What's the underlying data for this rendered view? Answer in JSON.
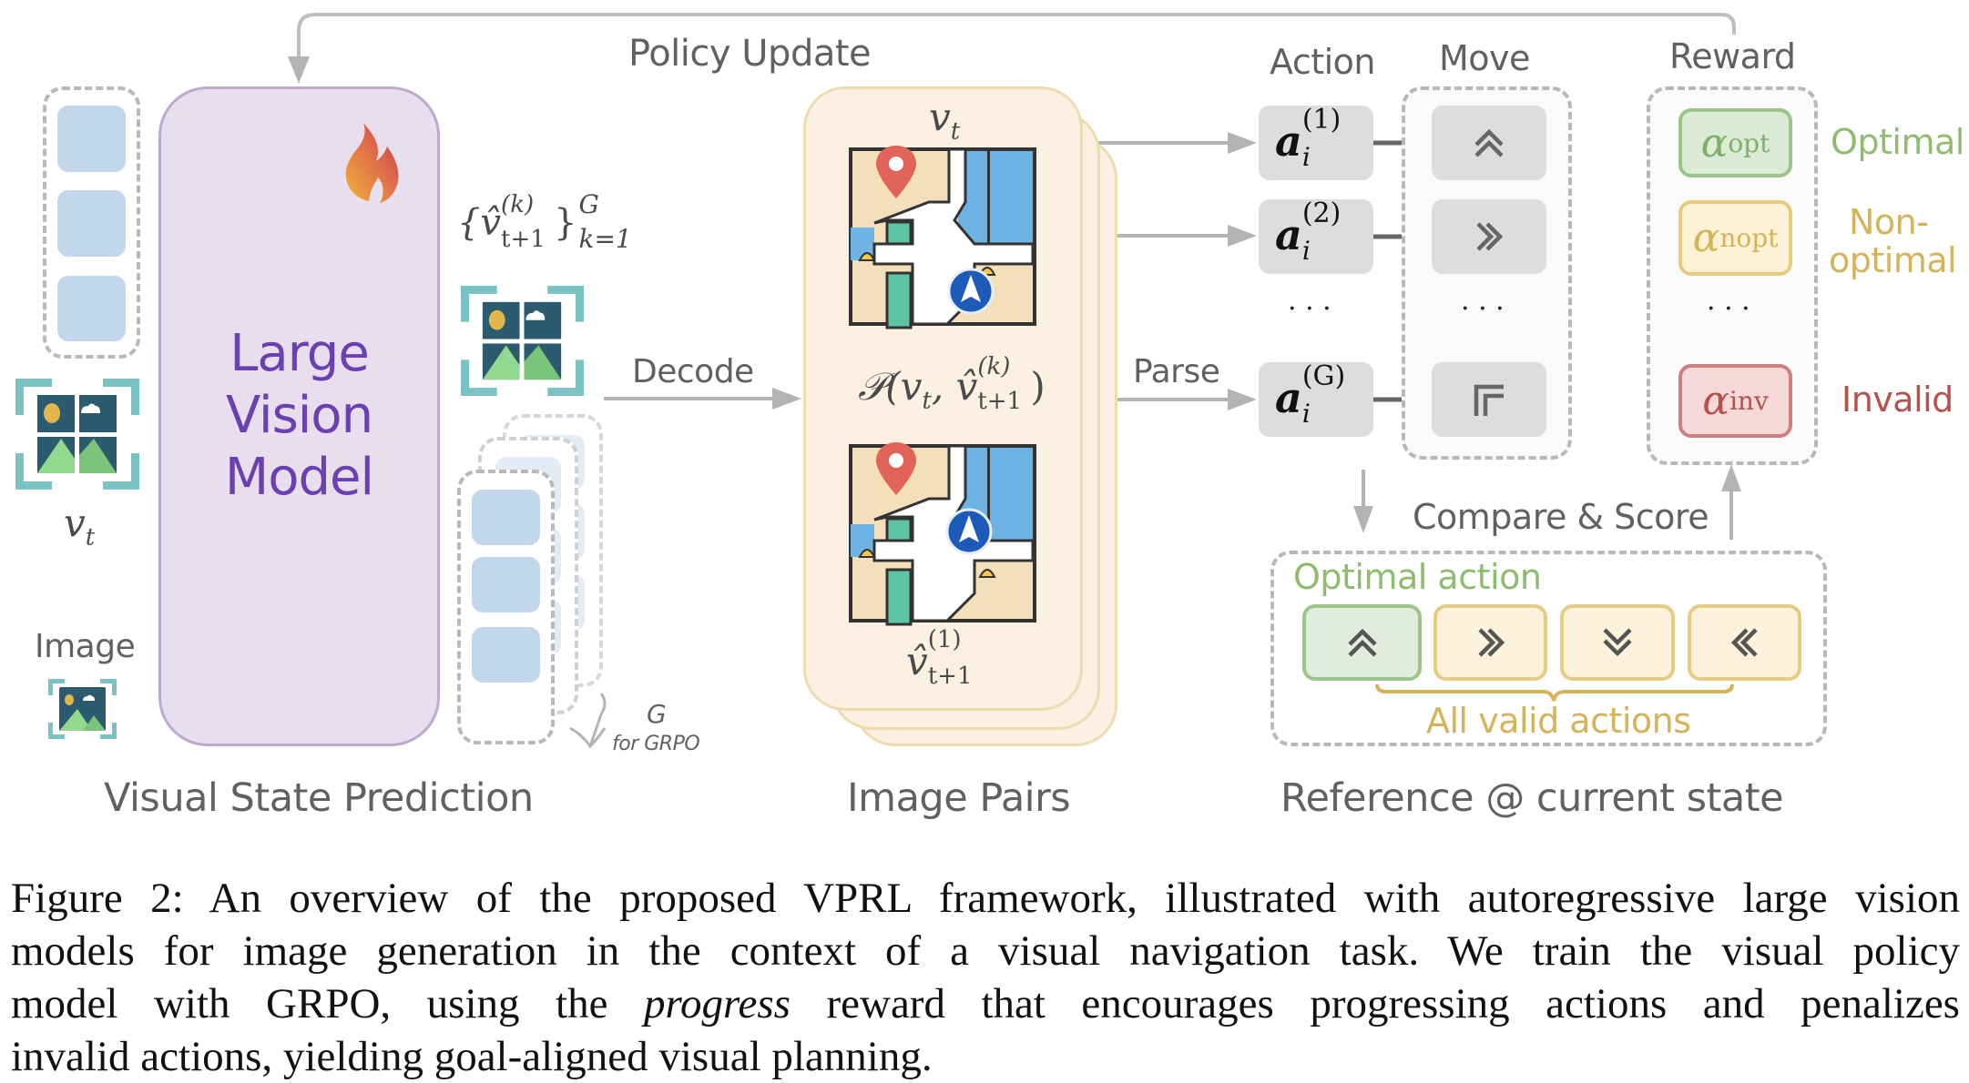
{
  "figure": {
    "feedback_label": "Policy Update",
    "sections": {
      "visual_state_prediction": "Visual State Prediction",
      "image_pairs": "Image Pairs",
      "reference": "Reference @ current state"
    },
    "left": {
      "input_label": "v",
      "input_sub": "t",
      "image_label": "Image"
    },
    "model": {
      "lines": [
        "Large",
        "Vision",
        "Model"
      ],
      "trainable_icon": "flame-icon"
    },
    "samples": {
      "set_label": "{v̂",
      "set_sup": "(k)",
      "set_sub": "t+1",
      "set_close": "}",
      "set_upper": "G",
      "set_lower": "k=1",
      "group_label": "G",
      "group_note": "for GRPO"
    },
    "decode_label": "Decode",
    "parse_label": "Parse",
    "pair_card": {
      "top_label": "v",
      "top_sub": "t",
      "pair_expr": "𝒫(v",
      "pair_expr_sub": "t",
      "pair_expr_mid": ", v̂",
      "pair_expr_sup": "(k)",
      "pair_expr_sub2": "t+1",
      "pair_expr_close": ")",
      "bottom_label": "v̂",
      "bottom_sup": "(1)",
      "bottom_sub": "t+1"
    },
    "columns": {
      "action": "Action",
      "move": "Move",
      "reward": "Reward"
    },
    "actions": [
      {
        "base": "a",
        "sub": "i",
        "sup": "(1)",
        "move_icon": "double-chevron-up-icon"
      },
      {
        "base": "a",
        "sub": "i",
        "sup": "(2)",
        "move_icon": "double-chevron-right-icon"
      },
      {
        "base": "a",
        "sub": "i",
        "sup": "(G)",
        "move_icon": "invalid-corner-icon"
      }
    ],
    "ellipsis": "· · ·",
    "rewards": [
      {
        "symbol": "α",
        "sub": "opt",
        "label": "Optimal",
        "color": "#7fb069",
        "fill": "#dcebd6",
        "border": "#9cc58a"
      },
      {
        "symbol": "α",
        "sub": "nopt",
        "label_lines": [
          "Non-",
          "optimal"
        ],
        "color": "#d9b55a",
        "fill": "#fdf1d6",
        "border": "#e6cc82"
      },
      {
        "symbol": "α",
        "sub": "inv",
        "label": "Invalid",
        "color": "#b5524e",
        "fill": "#f5d9d9",
        "border": "#cc7f7c"
      }
    ],
    "compare_label": "Compare & Score",
    "reference_box": {
      "optimal_label": "Optimal action",
      "valid_label": "All valid actions",
      "tiles": [
        {
          "icon": "double-chevron-up-icon",
          "kind": "optimal"
        },
        {
          "icon": "double-chevron-right-icon",
          "kind": "valid"
        },
        {
          "icon": "double-chevron-down-icon",
          "kind": "valid"
        },
        {
          "icon": "double-chevron-left-icon",
          "kind": "valid"
        }
      ]
    },
    "colors": {
      "model_text": "#6b40b0",
      "optimal": "#7fb069",
      "valid": "#d4b35b",
      "invalid": "#b5524e",
      "token": "#c3d7ec",
      "card_fill": "#fbf0e2"
    }
  },
  "caption": {
    "lines": [
      "Figure 2: An overview of the proposed VPRL framework, illustrated with autoregressive large vision",
      "models for image generation in the context of a visual navigation task. We train the visual policy",
      "model with GRPO, using the ",
      "invalid actions, yielding goal-aligned visual planning."
    ],
    "line3_italic": "progress",
    "line3_tail": " reward that encourages progressing actions and penalizes"
  }
}
